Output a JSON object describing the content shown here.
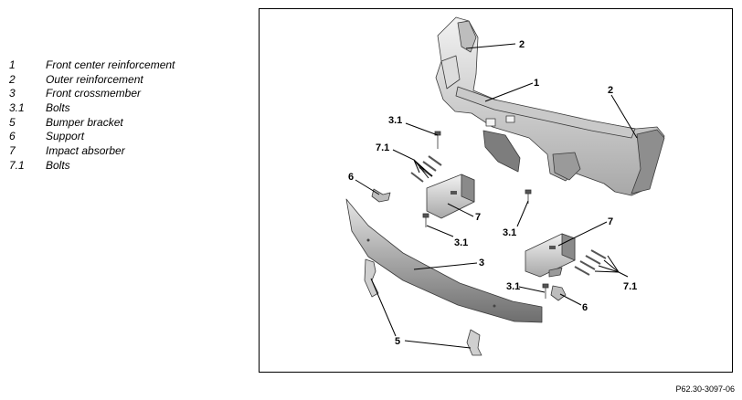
{
  "legend": [
    {
      "num": "1",
      "label": "Front center reinforcement"
    },
    {
      "num": "2",
      "label": "Outer reinforcement"
    },
    {
      "num": "3",
      "label": "Front crossmember"
    },
    {
      "num": "3.1",
      "label": "Bolts"
    },
    {
      "num": "5",
      "label": "Bumper bracket"
    },
    {
      "num": "6",
      "label": "Support"
    },
    {
      "num": "7",
      "label": "Impact absorber"
    },
    {
      "num": "7.1",
      "label": "Bolts"
    }
  ],
  "callouts": {
    "c2_top": "2",
    "c1": "1",
    "c2_right": "2",
    "c31_top": "3.1",
    "c71_left": "7.1",
    "c6_left": "6",
    "c7_left": "7",
    "c31_mid": "3.1",
    "c31_right": "3.1",
    "c7_right": "7",
    "c3": "3",
    "c31_bottom": "3.1",
    "c71_right": "7.1",
    "c6_right": "6",
    "c5": "5"
  },
  "reference_code": "P62.30-3097-06"
}
